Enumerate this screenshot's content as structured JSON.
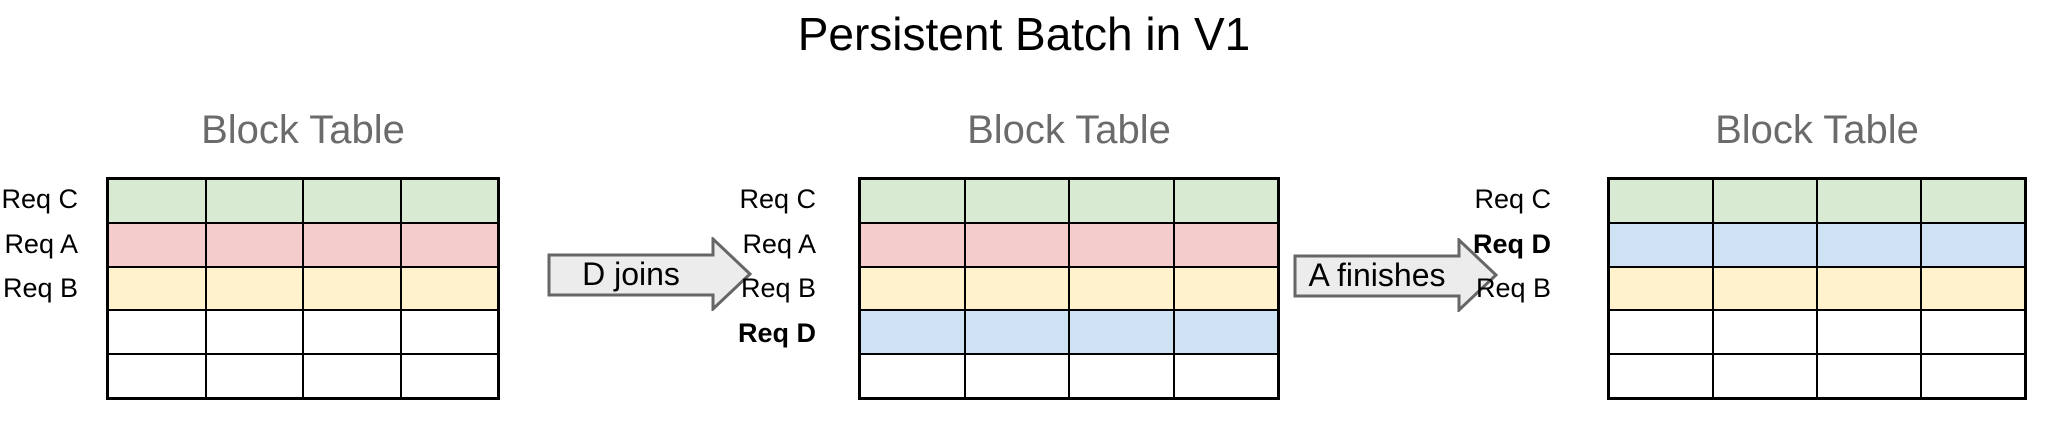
{
  "title": "Persistent Batch in V1",
  "colors": {
    "green": "#d9ead3",
    "red": "#f4cccc",
    "yellow": "#fff2cc",
    "blue": "#cfe2f3",
    "white": "#ffffff",
    "arrow_fill": "#ececec",
    "arrow_stroke": "#666666",
    "table_title_gray": "#6b6b6b",
    "grid_border": "#000000"
  },
  "panels": [
    {
      "title": "Block Table",
      "columns": 4,
      "rows": [
        {
          "label": "Req C",
          "bold": false,
          "color": "green"
        },
        {
          "label": "Req A",
          "bold": false,
          "color": "red"
        },
        {
          "label": "Req B",
          "bold": false,
          "color": "yellow"
        },
        {
          "label": "",
          "bold": false,
          "color": "white"
        },
        {
          "label": "",
          "bold": false,
          "color": "white"
        }
      ]
    },
    {
      "title": "Block Table",
      "columns": 4,
      "rows": [
        {
          "label": "Req C",
          "bold": false,
          "color": "green"
        },
        {
          "label": "Req A",
          "bold": false,
          "color": "red"
        },
        {
          "label": "Req B",
          "bold": false,
          "color": "yellow"
        },
        {
          "label": "Req D",
          "bold": true,
          "color": "blue"
        },
        {
          "label": "",
          "bold": false,
          "color": "white"
        }
      ]
    },
    {
      "title": "Block Table",
      "columns": 4,
      "rows": [
        {
          "label": "Req C",
          "bold": false,
          "color": "green"
        },
        {
          "label": "Req D",
          "bold": true,
          "color": "blue"
        },
        {
          "label": "Req B",
          "bold": false,
          "color": "yellow"
        },
        {
          "label": "",
          "bold": false,
          "color": "white"
        },
        {
          "label": "",
          "bold": false,
          "color": "white"
        }
      ]
    }
  ],
  "arrows": [
    {
      "label": "D joins"
    },
    {
      "label": "A finishes"
    }
  ]
}
